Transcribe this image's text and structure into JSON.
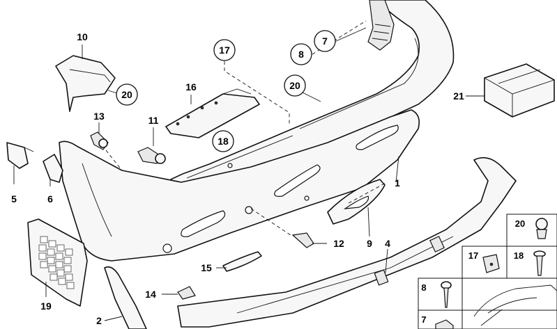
{
  "callouts": {
    "c1": "1",
    "c2": "2",
    "c4": "4",
    "c5": "5",
    "c6": "6",
    "c7a": "7",
    "c8a": "8",
    "c9": "9",
    "c10": "10",
    "c11": "11",
    "c12": "12",
    "c13": "13",
    "c14": "14",
    "c15": "15",
    "c16": "16",
    "c17a": "17",
    "c18a": "18",
    "c19": "19",
    "c20a": "20",
    "c20b": "20",
    "c21": "21"
  },
  "hardware_panel": {
    "c20": "20",
    "c17": "17",
    "c18": "18",
    "c8": "8",
    "c7": "7"
  }
}
